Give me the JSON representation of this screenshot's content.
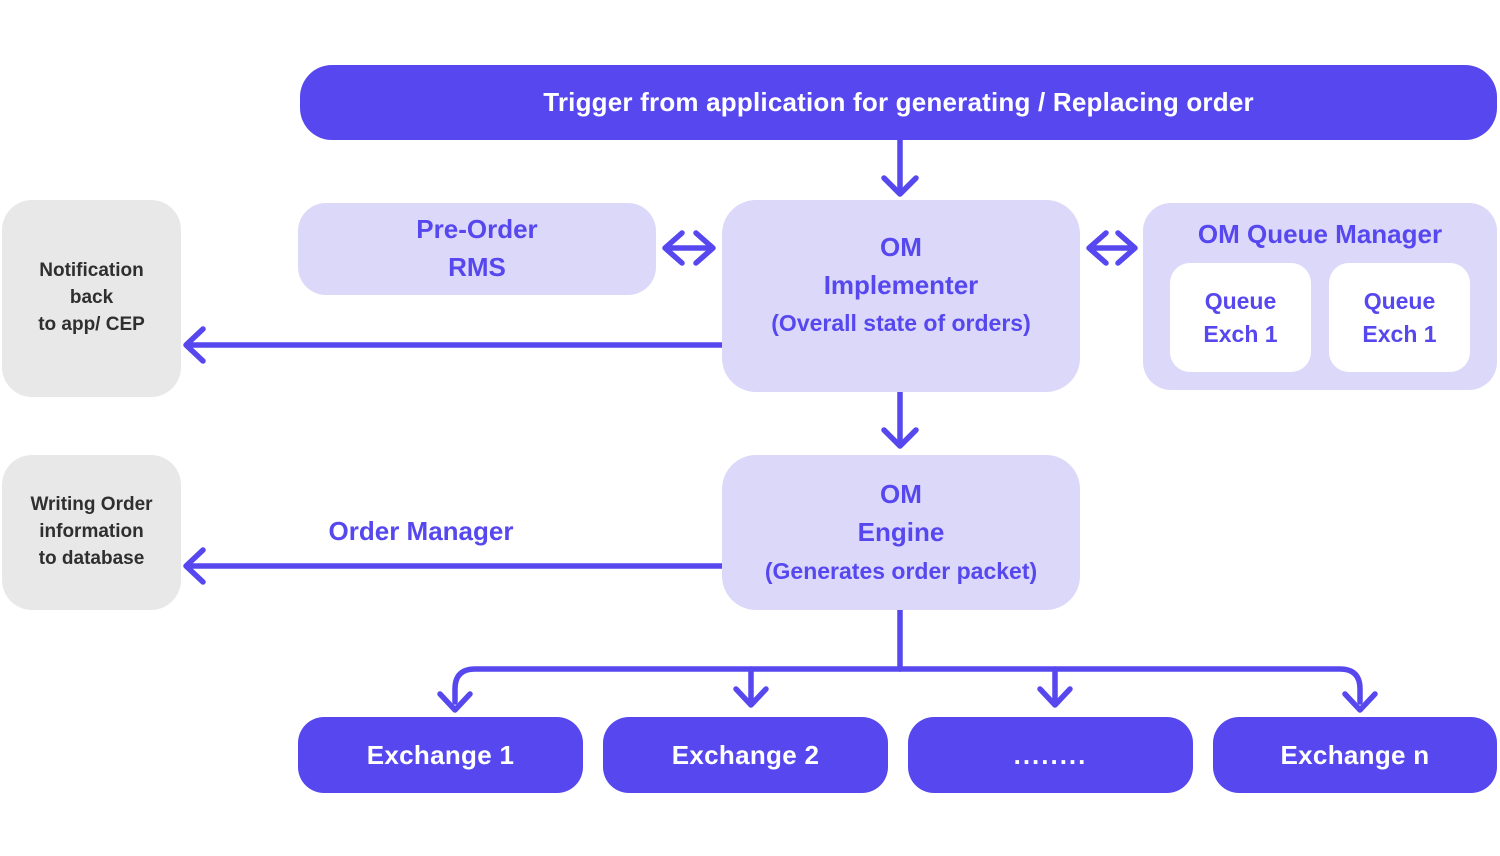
{
  "colors": {
    "accent": "#5648ee",
    "light_fill": "#dcd8fa",
    "gray_fill": "#e8e8e8",
    "dark_text": "#2f2f2f",
    "white": "#ffffff"
  },
  "banner": {
    "text": "Trigger from application for generating / Replacing order"
  },
  "nodes": {
    "pre_order_rms": {
      "title": "Pre-Order\nRMS"
    },
    "om_implementer": {
      "title": "OM\nImplementer",
      "subtitle": "(Overall state of orders)"
    },
    "om_queue_manager": {
      "title": "OM Queue Manager",
      "queues": [
        {
          "label": "Queue\nExch 1"
        },
        {
          "label": "Queue\nExch 1"
        }
      ]
    },
    "om_engine": {
      "title": "OM\nEngine",
      "subtitle": "(Generates order packet)"
    },
    "notification_back": {
      "text": "Notification\nback\nto app/ CEP"
    },
    "writing_order": {
      "text": "Writing Order\ninformation\nto database"
    }
  },
  "labels": {
    "order_manager": "Order Manager"
  },
  "exchanges": [
    {
      "label": "Exchange 1"
    },
    {
      "label": "Exchange 2"
    },
    {
      "label": "........"
    },
    {
      "label": "Exchange n"
    }
  ]
}
